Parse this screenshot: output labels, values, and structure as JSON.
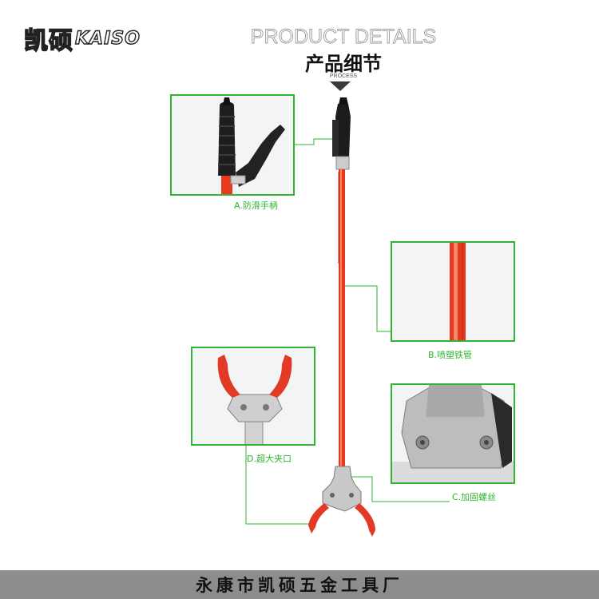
{
  "brand": {
    "cn": "凯硕",
    "en": "KAISO"
  },
  "header": {
    "title_en": "PRODUCT DETAILS",
    "title_cn": "产品细节",
    "process_label": "PROCESS"
  },
  "callouts": {
    "a": "A.防滑手柄",
    "b": "B.喷塑铁管",
    "c": "C.加固螺丝",
    "d": "D.超大夹口"
  },
  "footer": {
    "company": "永康市凯硕五金工具厂"
  },
  "colors": {
    "accent": "#2fb52f",
    "handle": "#e8391d",
    "footer_bg": "#8d8d8d"
  }
}
